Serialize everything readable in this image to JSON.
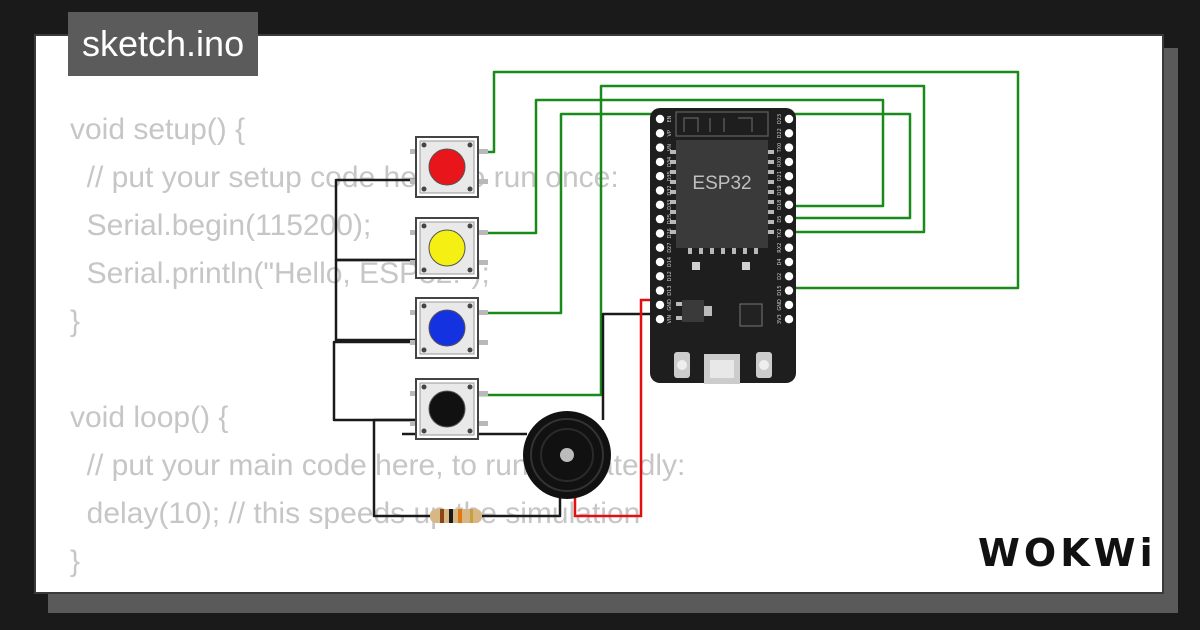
{
  "tab": {
    "filename": "sketch.ino"
  },
  "code_lines": [
    "void setup() {",
    "  // put your setup code here, to run once:",
    "  Serial.begin(115200);",
    "  Serial.println(\"Hello, ESP32!\");",
    "}",
    "",
    "void loop() {",
    "  // put your main code here, to run repeatedly:",
    "  delay(10); // this speeds up the simulation",
    "}"
  ],
  "board": {
    "label": "ESP32",
    "left_pins": [
      "EN",
      "VP",
      "VN",
      "D34",
      "D35",
      "D32",
      "D33",
      "D25",
      "D26",
      "D27",
      "D14",
      "D12",
      "D13",
      "GND",
      "VIN"
    ],
    "right_pins": [
      "D23",
      "D22",
      "TX0",
      "RX0",
      "D21",
      "D19",
      "D18",
      "D5",
      "TX2",
      "RX2",
      "D4",
      "D2",
      "D15",
      "GND",
      "3V3"
    ]
  },
  "buttons": [
    {
      "name": "red",
      "color": "#e8151b"
    },
    {
      "name": "yellow",
      "color": "#f5ef13"
    },
    {
      "name": "blue",
      "color": "#1432e0"
    },
    {
      "name": "black",
      "color": "#111111"
    }
  ],
  "colors": {
    "wire_green": "#1a8a1a",
    "wire_black": "#1a1a1a",
    "wire_red": "#e01010",
    "pcb": "#1e1e1e"
  },
  "logo": {
    "text": "WOKWi"
  }
}
